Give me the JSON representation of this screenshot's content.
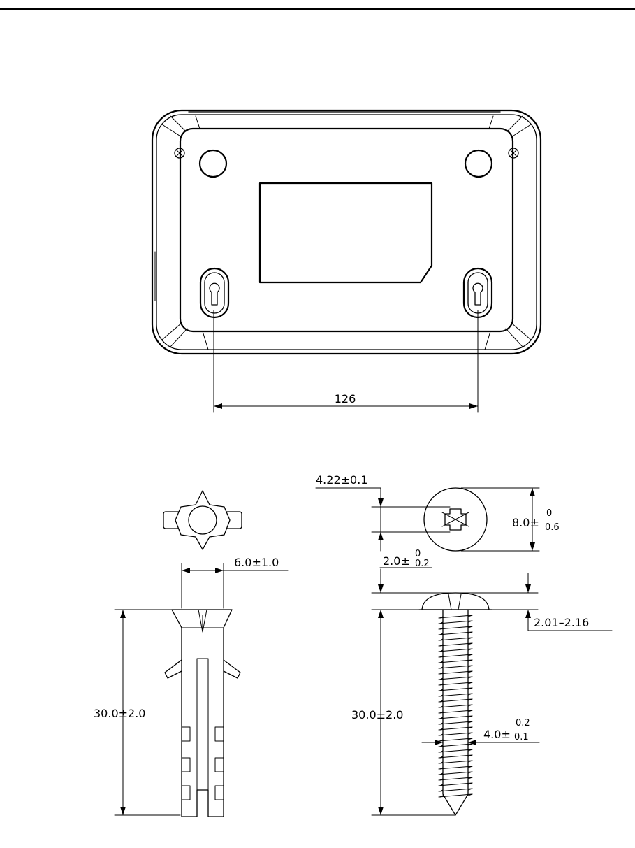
{
  "top_view": {
    "mount_hole_spacing": "126"
  },
  "anchor": {
    "width_tol": "6.0±1.0",
    "length_tol": "30.0±2.0"
  },
  "screw": {
    "slot_width": "4.22±0.1",
    "head_dia_base": "8.0±",
    "head_dia_up": "0",
    "head_dia_low": "0.6",
    "head_h_base": "2.0±",
    "head_h_up": "0",
    "head_h_low": "0.2",
    "head_range": "2.01–2.16",
    "length_tol": "30.0±2.0",
    "thread_base": "4.0±",
    "thread_up": "0.2",
    "thread_low": "0.1"
  }
}
